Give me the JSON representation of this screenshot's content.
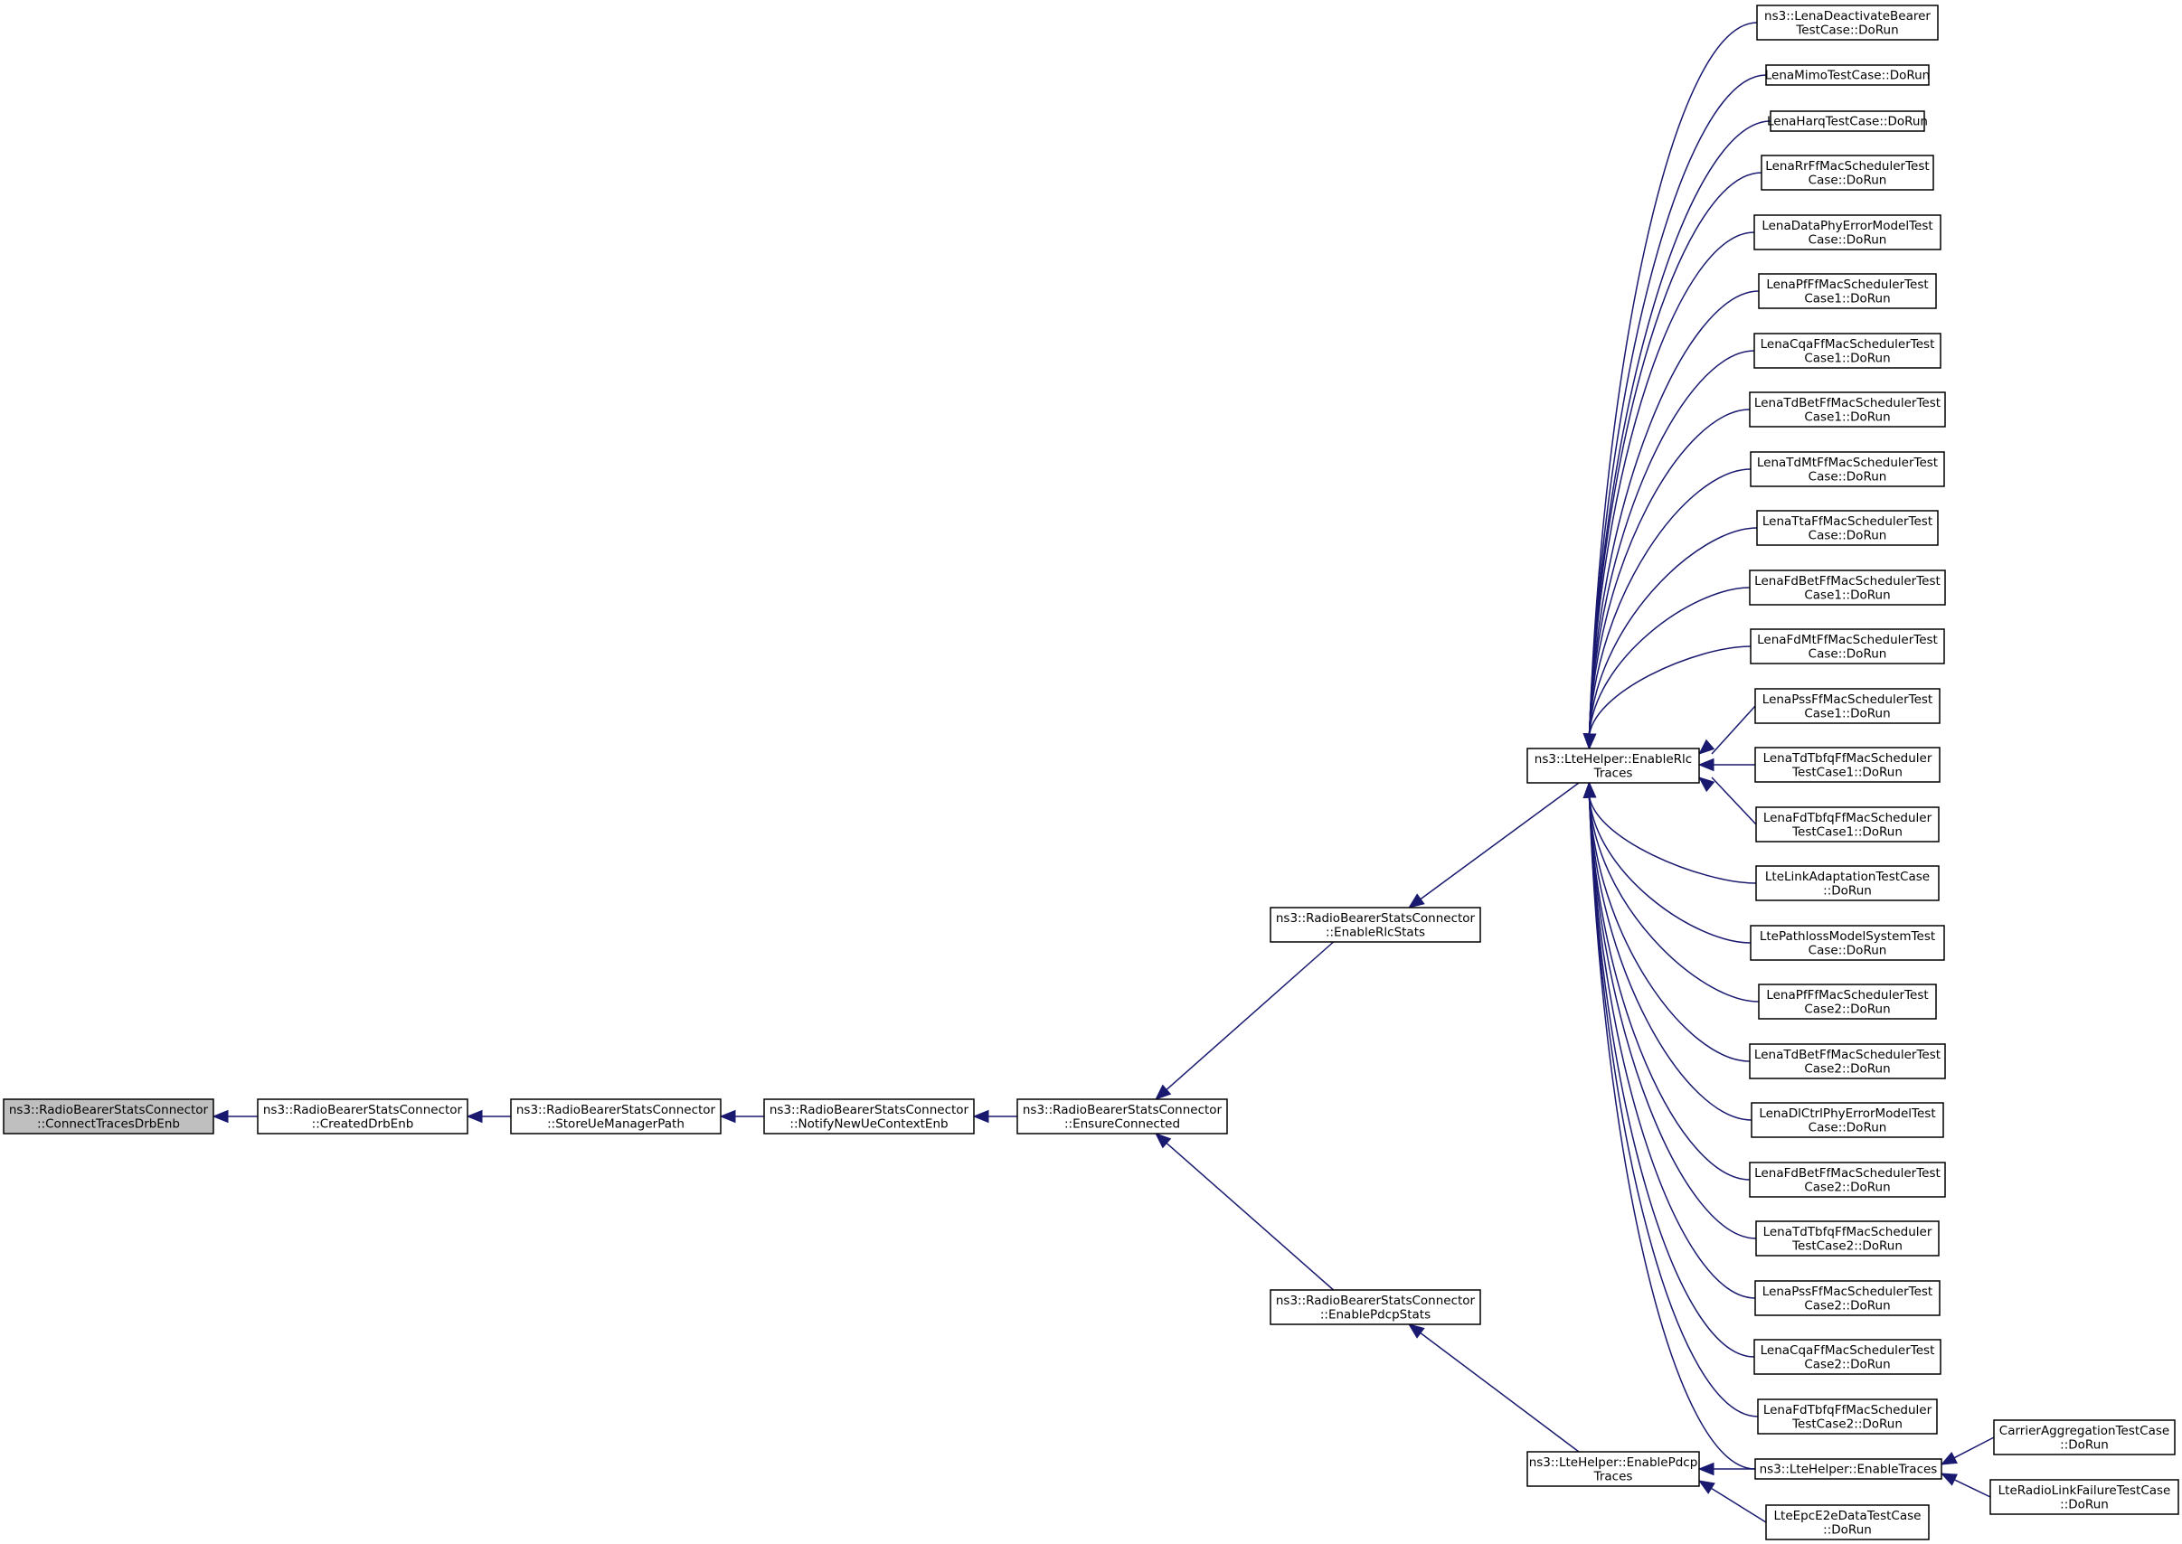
{
  "colors": {
    "edge": "#191970",
    "root_fill": "#bfbfbf",
    "node_fill": "#ffffff",
    "border": "#000000"
  },
  "nodes": [
    {
      "id": "connectTraces",
      "lines": [
        "ns3::RadioBearerStatsConnector",
        "::ConnectTracesDrbEnb"
      ],
      "root": true
    },
    {
      "id": "createdDrbEnb",
      "lines": [
        "ns3::RadioBearerStatsConnector",
        "::CreatedDrbEnb"
      ]
    },
    {
      "id": "storeUeManagerPath",
      "lines": [
        "ns3::RadioBearerStatsConnector",
        "::StoreUeManagerPath"
      ]
    },
    {
      "id": "notifyNewUeContextEnb",
      "lines": [
        "ns3::RadioBearerStatsConnector",
        "::NotifyNewUeContextEnb"
      ]
    },
    {
      "id": "ensureConnected",
      "lines": [
        "ns3::RadioBearerStatsConnector",
        "::EnsureConnected"
      ]
    },
    {
      "id": "enableRlcStats",
      "lines": [
        "ns3::RadioBearerStatsConnector",
        "::EnableRlcStats"
      ]
    },
    {
      "id": "enablePdcpStats",
      "lines": [
        "ns3::RadioBearerStatsConnector",
        "::EnablePdcpStats"
      ]
    },
    {
      "id": "enableRlcTraces",
      "lines": [
        "ns3::LteHelper::EnableRlc",
        "Traces"
      ]
    },
    {
      "id": "enablePdcpTraces",
      "lines": [
        "ns3::LteHelper::EnablePdcp",
        "Traces"
      ]
    },
    {
      "id": "enableTraces",
      "lines": [
        "ns3::LteHelper::EnableTraces"
      ]
    },
    {
      "id": "lteEpcE2eData",
      "lines": [
        "LteEpcE2eDataTestCase",
        "::DoRun"
      ]
    },
    {
      "id": "carrierAggregation",
      "lines": [
        "CarrierAggregationTestCase",
        "::DoRun"
      ]
    },
    {
      "id": "lteRadioLinkFailure",
      "lines": [
        "LteRadioLinkFailureTestCase",
        "::DoRun"
      ]
    },
    {
      "id": "t0",
      "lines": [
        "ns3::LenaDeactivateBearer",
        "TestCase::DoRun"
      ]
    },
    {
      "id": "t1",
      "lines": [
        "LenaMimoTestCase::DoRun"
      ]
    },
    {
      "id": "t2",
      "lines": [
        "LenaHarqTestCase::DoRun"
      ]
    },
    {
      "id": "t3",
      "lines": [
        "LenaRrFfMacSchedulerTest",
        "Case::DoRun"
      ]
    },
    {
      "id": "t4",
      "lines": [
        "LenaDataPhyErrorModelTest",
        "Case::DoRun"
      ]
    },
    {
      "id": "t5",
      "lines": [
        "LenaPfFfMacSchedulerTest",
        "Case1::DoRun"
      ]
    },
    {
      "id": "t6",
      "lines": [
        "LenaCqaFfMacSchedulerTest",
        "Case1::DoRun"
      ]
    },
    {
      "id": "t7",
      "lines": [
        "LenaTdBetFfMacSchedulerTest",
        "Case1::DoRun"
      ]
    },
    {
      "id": "t8",
      "lines": [
        "LenaTdMtFfMacSchedulerTest",
        "Case::DoRun"
      ]
    },
    {
      "id": "t9",
      "lines": [
        "LenaTtaFfMacSchedulerTest",
        "Case::DoRun"
      ]
    },
    {
      "id": "t10",
      "lines": [
        "LenaFdBetFfMacSchedulerTest",
        "Case1::DoRun"
      ]
    },
    {
      "id": "t11",
      "lines": [
        "LenaFdMtFfMacSchedulerTest",
        "Case::DoRun"
      ]
    },
    {
      "id": "t12",
      "lines": [
        "LenaPssFfMacSchedulerTest",
        "Case1::DoRun"
      ]
    },
    {
      "id": "t13",
      "lines": [
        "LenaTdTbfqFfMacScheduler",
        "TestCase1::DoRun"
      ]
    },
    {
      "id": "t14",
      "lines": [
        "LenaFdTbfqFfMacScheduler",
        "TestCase1::DoRun"
      ]
    },
    {
      "id": "t15",
      "lines": [
        "LteLinkAdaptationTestCase",
        "::DoRun"
      ]
    },
    {
      "id": "t16",
      "lines": [
        "LtePathlossModelSystemTest",
        "Case::DoRun"
      ]
    },
    {
      "id": "t17",
      "lines": [
        "LenaPfFfMacSchedulerTest",
        "Case2::DoRun"
      ]
    },
    {
      "id": "t18",
      "lines": [
        "LenaTdBetFfMacSchedulerTest",
        "Case2::DoRun"
      ]
    },
    {
      "id": "t19",
      "lines": [
        "LenaDlCtrlPhyErrorModelTest",
        "Case::DoRun"
      ]
    },
    {
      "id": "t20",
      "lines": [
        "LenaFdBetFfMacSchedulerTest",
        "Case2::DoRun"
      ]
    },
    {
      "id": "t21",
      "lines": [
        "LenaTdTbfqFfMacScheduler",
        "TestCase2::DoRun"
      ]
    },
    {
      "id": "t22",
      "lines": [
        "LenaPssFfMacSchedulerTest",
        "Case2::DoRun"
      ]
    },
    {
      "id": "t23",
      "lines": [
        "LenaCqaFfMacSchedulerTest",
        "Case2::DoRun"
      ]
    },
    {
      "id": "t24",
      "lines": [
        "LenaFdTbfqFfMacScheduler",
        "TestCase2::DoRun"
      ]
    }
  ],
  "edges": [
    {
      "from": "createdDrbEnb",
      "to": "connectTraces"
    },
    {
      "from": "storeUeManagerPath",
      "to": "createdDrbEnb"
    },
    {
      "from": "notifyNewUeContextEnb",
      "to": "storeUeManagerPath"
    },
    {
      "from": "ensureConnected",
      "to": "notifyNewUeContextEnb"
    },
    {
      "from": "enableRlcStats",
      "to": "ensureConnected"
    },
    {
      "from": "enablePdcpStats",
      "to": "ensureConnected"
    },
    {
      "from": "enableRlcTraces",
      "to": "enableRlcStats"
    },
    {
      "from": "enablePdcpTraces",
      "to": "enablePdcpStats"
    },
    {
      "from": "enableTraces",
      "to": "enablePdcpTraces"
    },
    {
      "from": "lteEpcE2eData",
      "to": "enablePdcpTraces"
    },
    {
      "from": "enableTraces",
      "to": "enableRlcTraces"
    },
    {
      "from": "carrierAggregation",
      "to": "enableTraces"
    },
    {
      "from": "lteRadioLinkFailure",
      "to": "enableTraces"
    },
    {
      "from": "t0",
      "to": "enableRlcTraces"
    },
    {
      "from": "t1",
      "to": "enableRlcTraces"
    },
    {
      "from": "t2",
      "to": "enableRlcTraces"
    },
    {
      "from": "t3",
      "to": "enableRlcTraces"
    },
    {
      "from": "t4",
      "to": "enableRlcTraces"
    },
    {
      "from": "t5",
      "to": "enableRlcTraces"
    },
    {
      "from": "t6",
      "to": "enableRlcTraces"
    },
    {
      "from": "t7",
      "to": "enableRlcTraces"
    },
    {
      "from": "t8",
      "to": "enableRlcTraces"
    },
    {
      "from": "t9",
      "to": "enableRlcTraces"
    },
    {
      "from": "t10",
      "to": "enableRlcTraces"
    },
    {
      "from": "t11",
      "to": "enableRlcTraces"
    },
    {
      "from": "t12",
      "to": "enableRlcTraces"
    },
    {
      "from": "t13",
      "to": "enableRlcTraces"
    },
    {
      "from": "t14",
      "to": "enableRlcTraces"
    },
    {
      "from": "t15",
      "to": "enableRlcTraces"
    },
    {
      "from": "t16",
      "to": "enableRlcTraces"
    },
    {
      "from": "t17",
      "to": "enableRlcTraces"
    },
    {
      "from": "t18",
      "to": "enableRlcTraces"
    },
    {
      "from": "t19",
      "to": "enableRlcTraces"
    },
    {
      "from": "t20",
      "to": "enableRlcTraces"
    },
    {
      "from": "t21",
      "to": "enableRlcTraces"
    },
    {
      "from": "t22",
      "to": "enableRlcTraces"
    },
    {
      "from": "t23",
      "to": "enableRlcTraces"
    },
    {
      "from": "t24",
      "to": "enableRlcTraces"
    }
  ]
}
